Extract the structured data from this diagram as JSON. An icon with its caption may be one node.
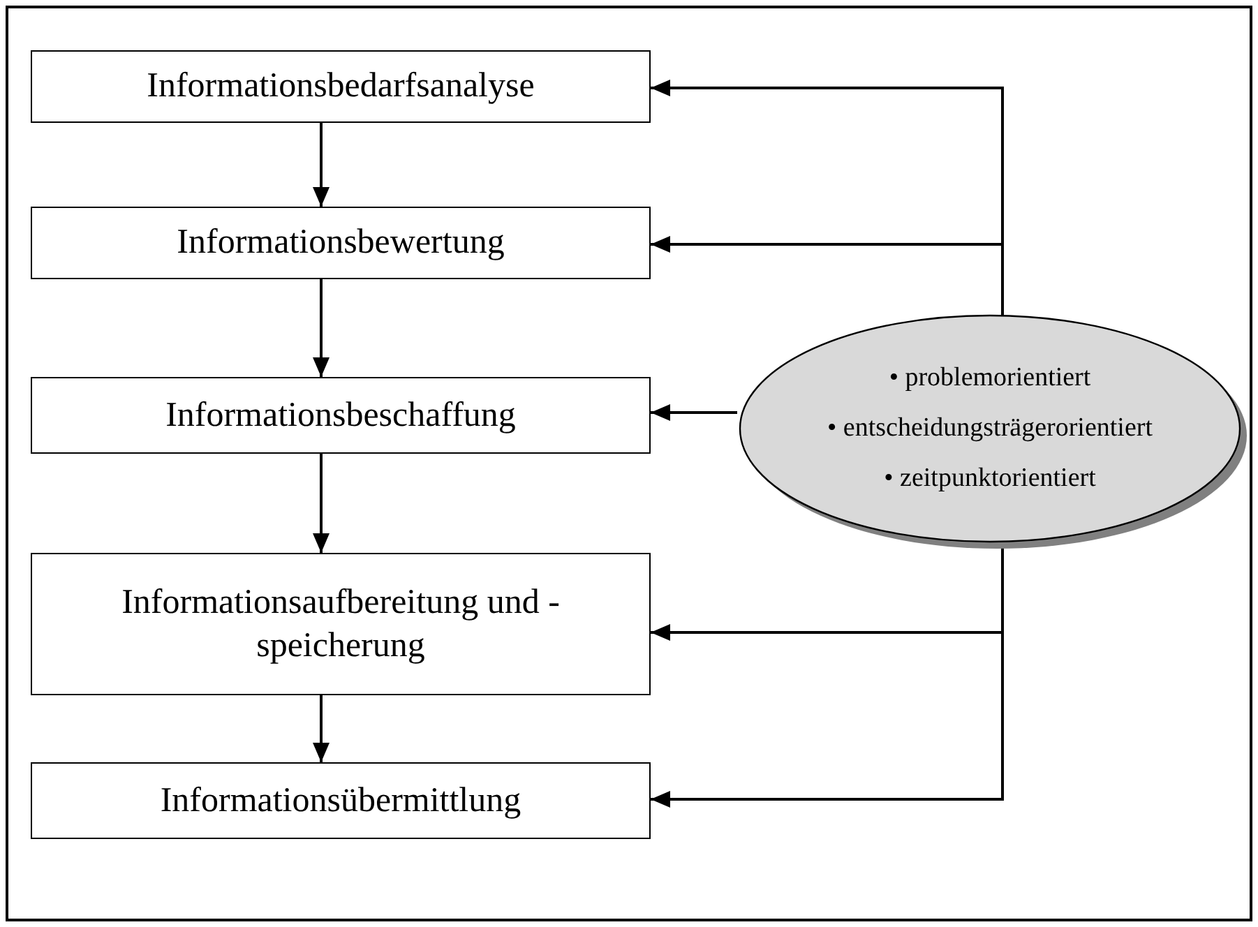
{
  "diagram": {
    "nodes": [
      {
        "text": [
          "Informationsbedarfsanalyse"
        ]
      },
      {
        "text": [
          "Informationsbewertung"
        ]
      },
      {
        "text": [
          "Informationsbeschaffung"
        ]
      },
      {
        "text": [
          "Informationsaufbereitung und -speicherung"
        ]
      },
      {
        "text": [
          "Informationsübermittlung"
        ]
      },
      {
        "text": [
          "• problemorientiert",
          "• entscheidungsträgerorientiert",
          "• zeitpunktorientiert"
        ]
      }
    ],
    "edges": [
      {
        "from": 0,
        "to": 1,
        "arrow": "to"
      },
      {
        "from": 1,
        "to": 2,
        "arrow": "to"
      },
      {
        "from": 2,
        "to": 3,
        "arrow": "to"
      },
      {
        "from": 3,
        "to": 4,
        "arrow": "to"
      },
      {
        "from": 5,
        "to": 0,
        "arrow": "to"
      },
      {
        "from": 5,
        "to": 1,
        "arrow": "to"
      },
      {
        "from": 5,
        "to": 2,
        "arrow": "to"
      },
      {
        "from": 5,
        "to": 3,
        "arrow": "to"
      },
      {
        "from": 5,
        "to": 4,
        "arrow": "to"
      }
    ]
  }
}
